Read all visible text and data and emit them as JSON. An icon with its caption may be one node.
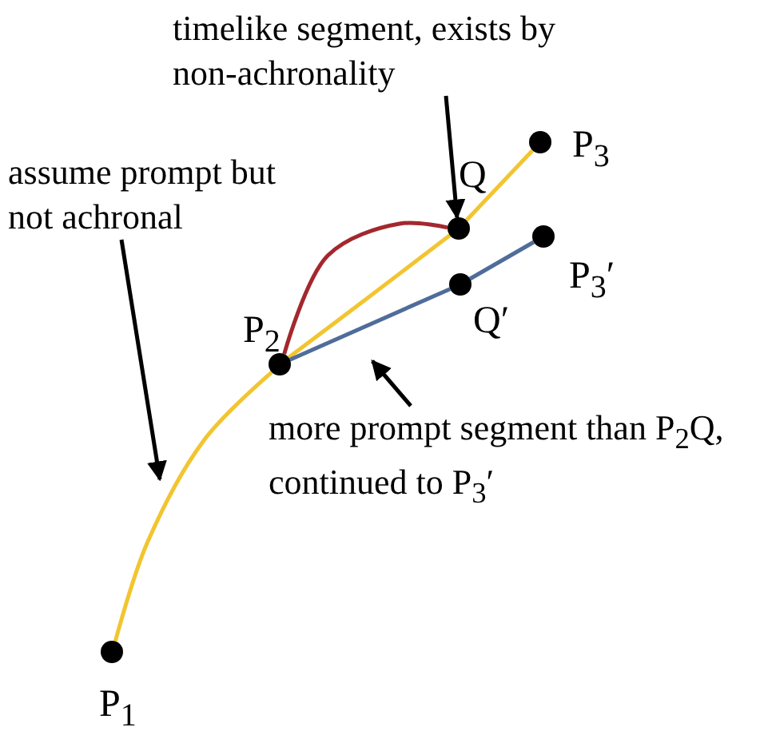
{
  "diagram": {
    "nodes": [
      {
        "text": [],
        "shape": "circle",
        "beside": [
          "P$_{1}$"
        ]
      },
      {
        "text": [],
        "shape": "circle",
        "beside": [
          "P$_{2}$"
        ]
      },
      {
        "text": [],
        "shape": "circle",
        "beside": [
          "Q"
        ]
      },
      {
        "text": [],
        "shape": "circle",
        "beside": [
          "P$_{3}$"
        ]
      },
      {
        "text": [],
        "shape": "circle",
        "beside": [
          "Q′"
        ]
      },
      {
        "text": [],
        "shape": "circle",
        "beside": [
          "P$_{3}$′"
        ]
      },
      {
        "text": [
          "timelike segment, exists by non-achronality"
        ]
      },
      {
        "text": [
          "assume prompt but not achronal"
        ]
      },
      {
        "text": [
          "more prompt segment than P$_{2}$Q, continued to P$_{3}$′"
        ]
      }
    ],
    "edges": [
      {
        "from": 0,
        "to": 1,
        "arrow": "none",
        "color": "#f2c530"
      },
      {
        "from": 1,
        "to": 2,
        "arrow": "none",
        "color": "#f2c530"
      },
      {
        "from": 2,
        "to": 3,
        "arrow": "none",
        "color": "#f2c530"
      },
      {
        "from": 1,
        "to": 2,
        "arrow": "none",
        "color": "#a3282e"
      },
      {
        "from": 1,
        "to": 4,
        "arrow": "none",
        "color": "#4f6d9a"
      },
      {
        "from": 4,
        "to": 5,
        "arrow": "none",
        "color": "#4f6d9a"
      },
      {
        "from": 6,
        "to": 2,
        "arrow": "to",
        "color": "#000000"
      },
      {
        "from": 7,
        "to": null,
        "arrow": "to",
        "color": "#000000"
      },
      {
        "from": 8,
        "to": null,
        "arrow": "to",
        "color": "#000000"
      }
    ]
  }
}
